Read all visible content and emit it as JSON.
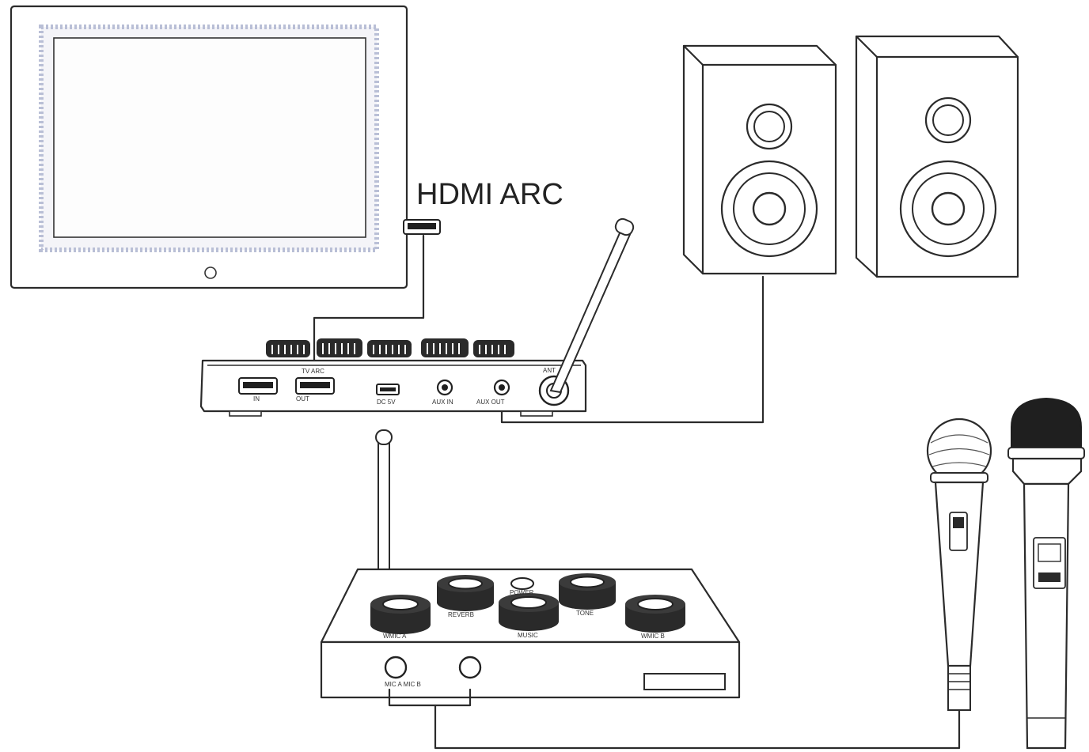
{
  "labels": {
    "hdmi_arc": "HDMI ARC"
  },
  "receiver_ports": {
    "tv_arc": "TV ARC",
    "hdmi_in": "IN",
    "hdmi_out": "OUT",
    "dc": "DC 5V",
    "aux_in": "AUX IN",
    "aux_out": "AUX OUT",
    "ant": "ANT"
  },
  "mixer_labels": {
    "wmic_a": "WMIC A",
    "reverb": "REVERB",
    "power": "POWER",
    "music": "MUSIC",
    "tone": "TONE",
    "wmic_b": "WMIC B",
    "mic_jacks": "MIC A MIC B"
  }
}
